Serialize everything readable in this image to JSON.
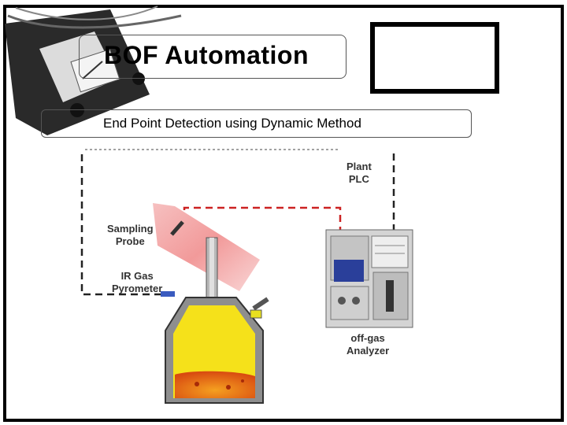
{
  "slide": {
    "title": "BOF Automation",
    "subtitle": "End Point Detection using Dynamic Method"
  },
  "diagram": {
    "labels": {
      "plant_plc": [
        "Plant",
        "PLC"
      ],
      "sampling_probe": [
        "Sampling",
        "Probe"
      ],
      "ir_gas_pyrometer": [
        "IR Gas",
        "Pyrometer"
      ],
      "offgas_analyzer": [
        "off-gas",
        "Analyzer"
      ]
    }
  },
  "colors": {
    "signal_line": "#cc2222",
    "control_line": "#222222",
    "vessel_lining": "#f5e11a",
    "melt": "#e8701a",
    "offgas_plume": "#f08080"
  }
}
